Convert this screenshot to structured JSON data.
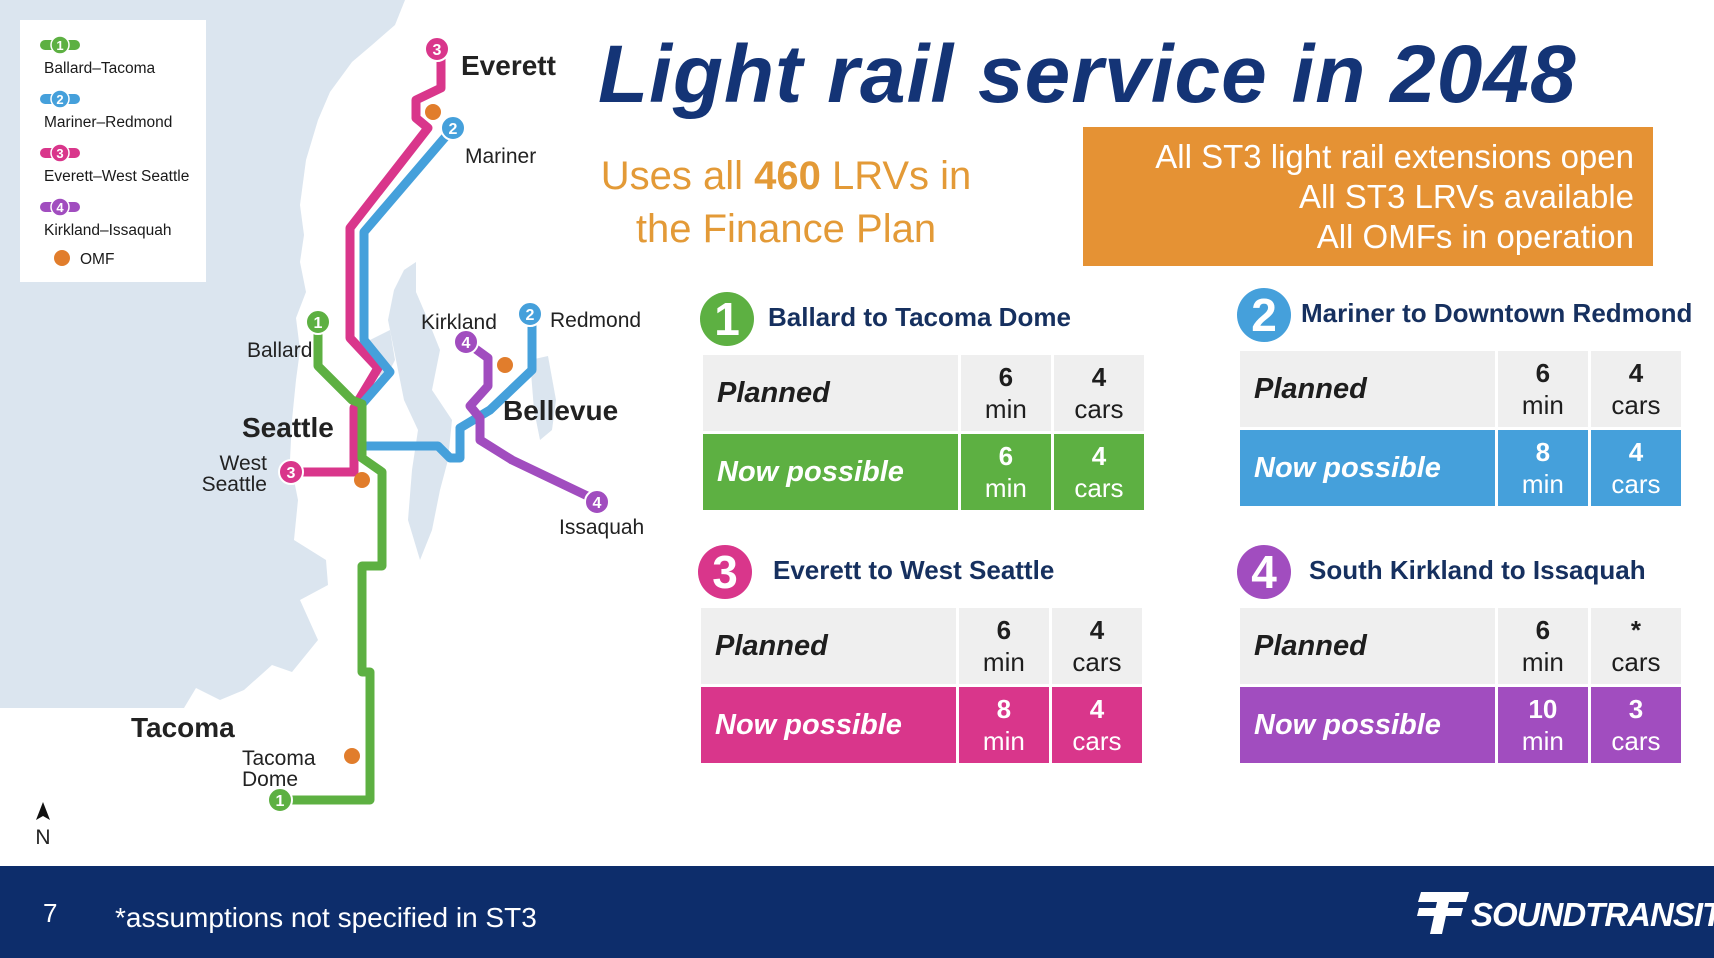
{
  "title": "Light rail service in 2048",
  "subtitle": {
    "pre": "Uses all ",
    "bold": "460",
    "post": " LRVs in the Finance Plan"
  },
  "status_lines": [
    "All ST3 light rail extensions open",
    "All ST3 LRVs available",
    "All OMFs in operation"
  ],
  "colors": {
    "green": "#5DB042",
    "blue": "#45A0DB",
    "magenta": "#D9368B",
    "purple": "#A14DBF",
    "omf": "#E17D2C",
    "navy": "#143476",
    "orange": "#E59234"
  },
  "legend": [
    {
      "num": "1",
      "label": "Ballard–Tacoma",
      "color": "#5DB042"
    },
    {
      "num": "2",
      "label": "Mariner–Redmond",
      "color": "#45A0DB"
    },
    {
      "num": "3",
      "label": "Everett–West Seattle",
      "color": "#D9368B"
    },
    {
      "num": "4",
      "label": "Kirkland–Issaquah",
      "color": "#A14DBF"
    }
  ],
  "legend_omf": "OMF",
  "map_labels": {
    "everett": "Everett",
    "mariner": "Mariner",
    "ballard": "Ballard",
    "seattle": "Seattle",
    "west_seattle": [
      "West",
      "Seattle"
    ],
    "kirkland": "Kirkland",
    "redmond": "Redmond",
    "bellevue": "Bellevue",
    "issaquah": "Issaquah",
    "tacoma": "Tacoma",
    "tacoma_dome": [
      "Tacoma",
      "Dome"
    ],
    "north": "N"
  },
  "routes": [
    {
      "num": "1",
      "title": "Ballard to Tacoma Dome",
      "color": "#5DB042",
      "row_labels": [
        "Planned",
        "Now possible"
      ],
      "planned": {
        "freq": "6",
        "freq_unit": "min",
        "cars": "4",
        "cars_unit": "cars"
      },
      "now": {
        "freq": "6",
        "freq_unit": "min",
        "cars": "4",
        "cars_unit": "cars"
      }
    },
    {
      "num": "2",
      "title": "Mariner to Downtown Redmond",
      "color": "#45A0DB",
      "row_labels": [
        "Planned",
        "Now possible"
      ],
      "planned": {
        "freq": "6",
        "freq_unit": "min",
        "cars": "4",
        "cars_unit": "cars"
      },
      "now": {
        "freq": "8",
        "freq_unit": "min",
        "cars": "4",
        "cars_unit": "cars"
      }
    },
    {
      "num": "3",
      "title": "Everett to West Seattle",
      "color": "#D9368B",
      "row_labels": [
        "Planned",
        "Now possible"
      ],
      "planned": {
        "freq": "6",
        "freq_unit": "min",
        "cars": "4",
        "cars_unit": "cars"
      },
      "now": {
        "freq": "8",
        "freq_unit": "min",
        "cars": "4",
        "cars_unit": "cars"
      }
    },
    {
      "num": "4",
      "title": "South Kirkland to Issaquah",
      "color": "#A14DBF",
      "row_labels": [
        "Planned",
        "Now possible"
      ],
      "planned": {
        "freq": "6",
        "freq_unit": "min",
        "cars": "*",
        "cars_unit": "cars"
      },
      "now": {
        "freq": "10",
        "freq_unit": "min",
        "cars": "3",
        "cars_unit": "cars"
      }
    }
  ],
  "footer": {
    "page": "7",
    "note": "*assumptions not specified in ST3",
    "logo": "SOUNDTRANSIT"
  }
}
